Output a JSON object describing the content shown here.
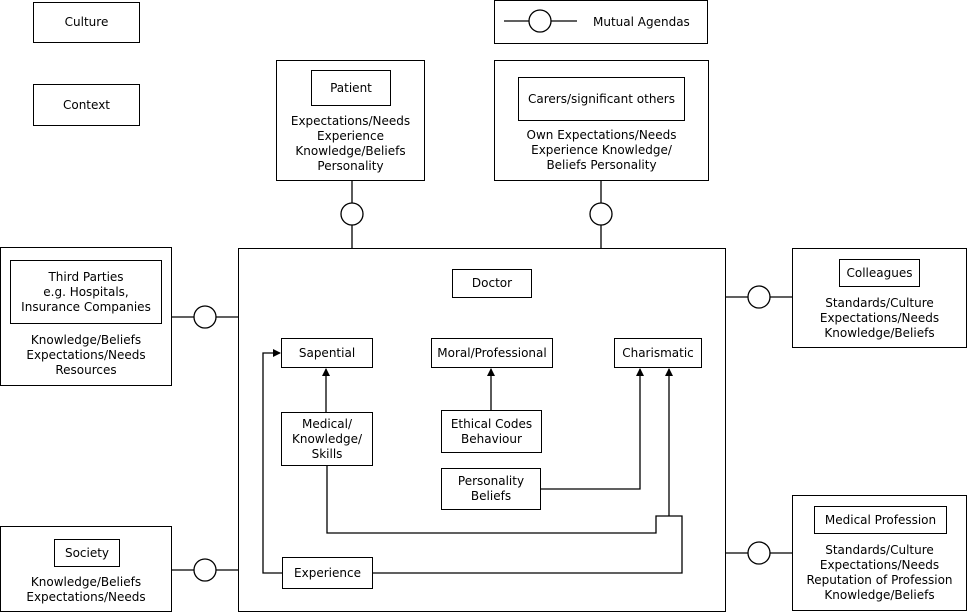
{
  "legend": {
    "culture": "Culture",
    "context": "Context",
    "mutual_agendas": "Mutual Agendas"
  },
  "patient": {
    "title": "Patient",
    "lines": [
      "Expectations/Needs",
      "Experience",
      "Knowledge/Beliefs",
      "Personality"
    ]
  },
  "carers": {
    "title": "Carers/significant others",
    "lines": [
      "Own Expectations/Needs",
      "Experience Knowledge/",
      "Beliefs Personality"
    ]
  },
  "third_parties": {
    "title_lines": [
      "Third Parties",
      "e.g. Hospitals,",
      "Insurance Companies"
    ],
    "lines": [
      "Knowledge/Beliefs",
      "Expectations/Needs",
      "Resources"
    ]
  },
  "colleagues": {
    "title": "Colleagues",
    "lines": [
      "Standards/Culture",
      "Expectations/Needs",
      "Knowledge/Beliefs"
    ]
  },
  "society": {
    "title": "Society",
    "lines": [
      "Knowledge/Beliefs",
      "Expectations/Needs"
    ]
  },
  "medical_profession": {
    "title": "Medical Profession",
    "lines": [
      "Standards/Culture",
      "Expectations/Needs",
      "Reputation of Profession",
      "Knowledge/Beliefs"
    ]
  },
  "doctor": {
    "title": "Doctor",
    "sapential": "Sapential",
    "moral_professional": "Moral/Professional",
    "charismatic": "Charismatic",
    "medical_knowledge_lines": [
      "Medical/",
      "Knowledge/",
      "Skills"
    ],
    "ethical_lines": [
      "Ethical Codes",
      "Behaviour"
    ],
    "personality_lines": [
      "Personality",
      "Beliefs"
    ],
    "experience": "Experience"
  }
}
